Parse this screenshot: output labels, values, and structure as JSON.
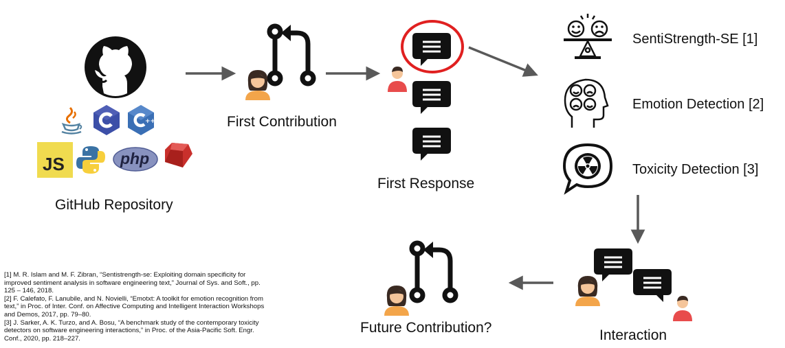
{
  "stages": {
    "repository": "GitHub Repository",
    "first_contribution": "First Contribution",
    "first_response": "First Response",
    "interaction": "Interaction",
    "future_contribution": "Future Contribution?"
  },
  "tools": [
    {
      "label": "SentiStrength-SE [1]",
      "icon": "balance-scale-faces-icon"
    },
    {
      "label": "Emotion Detection [2]",
      "icon": "emotion-heads-icon"
    },
    {
      "label": "Toxicity Detection [3]",
      "icon": "toxic-speech-bubble-icon"
    }
  ],
  "languages": {
    "js": "JS",
    "php": "php"
  },
  "references": [
    "[1] M. R. Islam and M. F. Zibran, “Sentistrength-se: Exploiting domain specificity for improved sentiment analysis in software engineering text,” Journal of Sys. and Soft., pp. 125 – 146, 2018.",
    "[2] F. Calefato, F. Lanubile, and N. Novielli, “Emotxt: A toolkit for emotion recognition from text,” in Proc. of Inter. Conf. on Affective Computing and Intelligent Interaction Workshops and Demos, 2017, pp. 79–80.",
    "[3] J. Sarker, A. K. Turzo, and A. Bosu, “A benchmark study of the contemporary toxicity detectors on software engineering interactions,” in Proc. of the Asia-Pacific Soft. Engr. Conf., 2020, pp. 218–227."
  ],
  "colors": {
    "arrow": "#595959",
    "highlight_ring": "#e02020",
    "bubble": "#111111",
    "person_skin": "#f5c59a",
    "person_shirt_female": "#f3a54a",
    "person_shirt_male": "#e84c4c",
    "csharp": "#5c2d91",
    "cpp": "#3a6fb5",
    "python_blue": "#3a72a4",
    "python_yellow": "#f7cf3c",
    "js_yellow": "#f0db4f",
    "php_purple": "#7a86b8",
    "ruby_red": "#c9302c"
  }
}
